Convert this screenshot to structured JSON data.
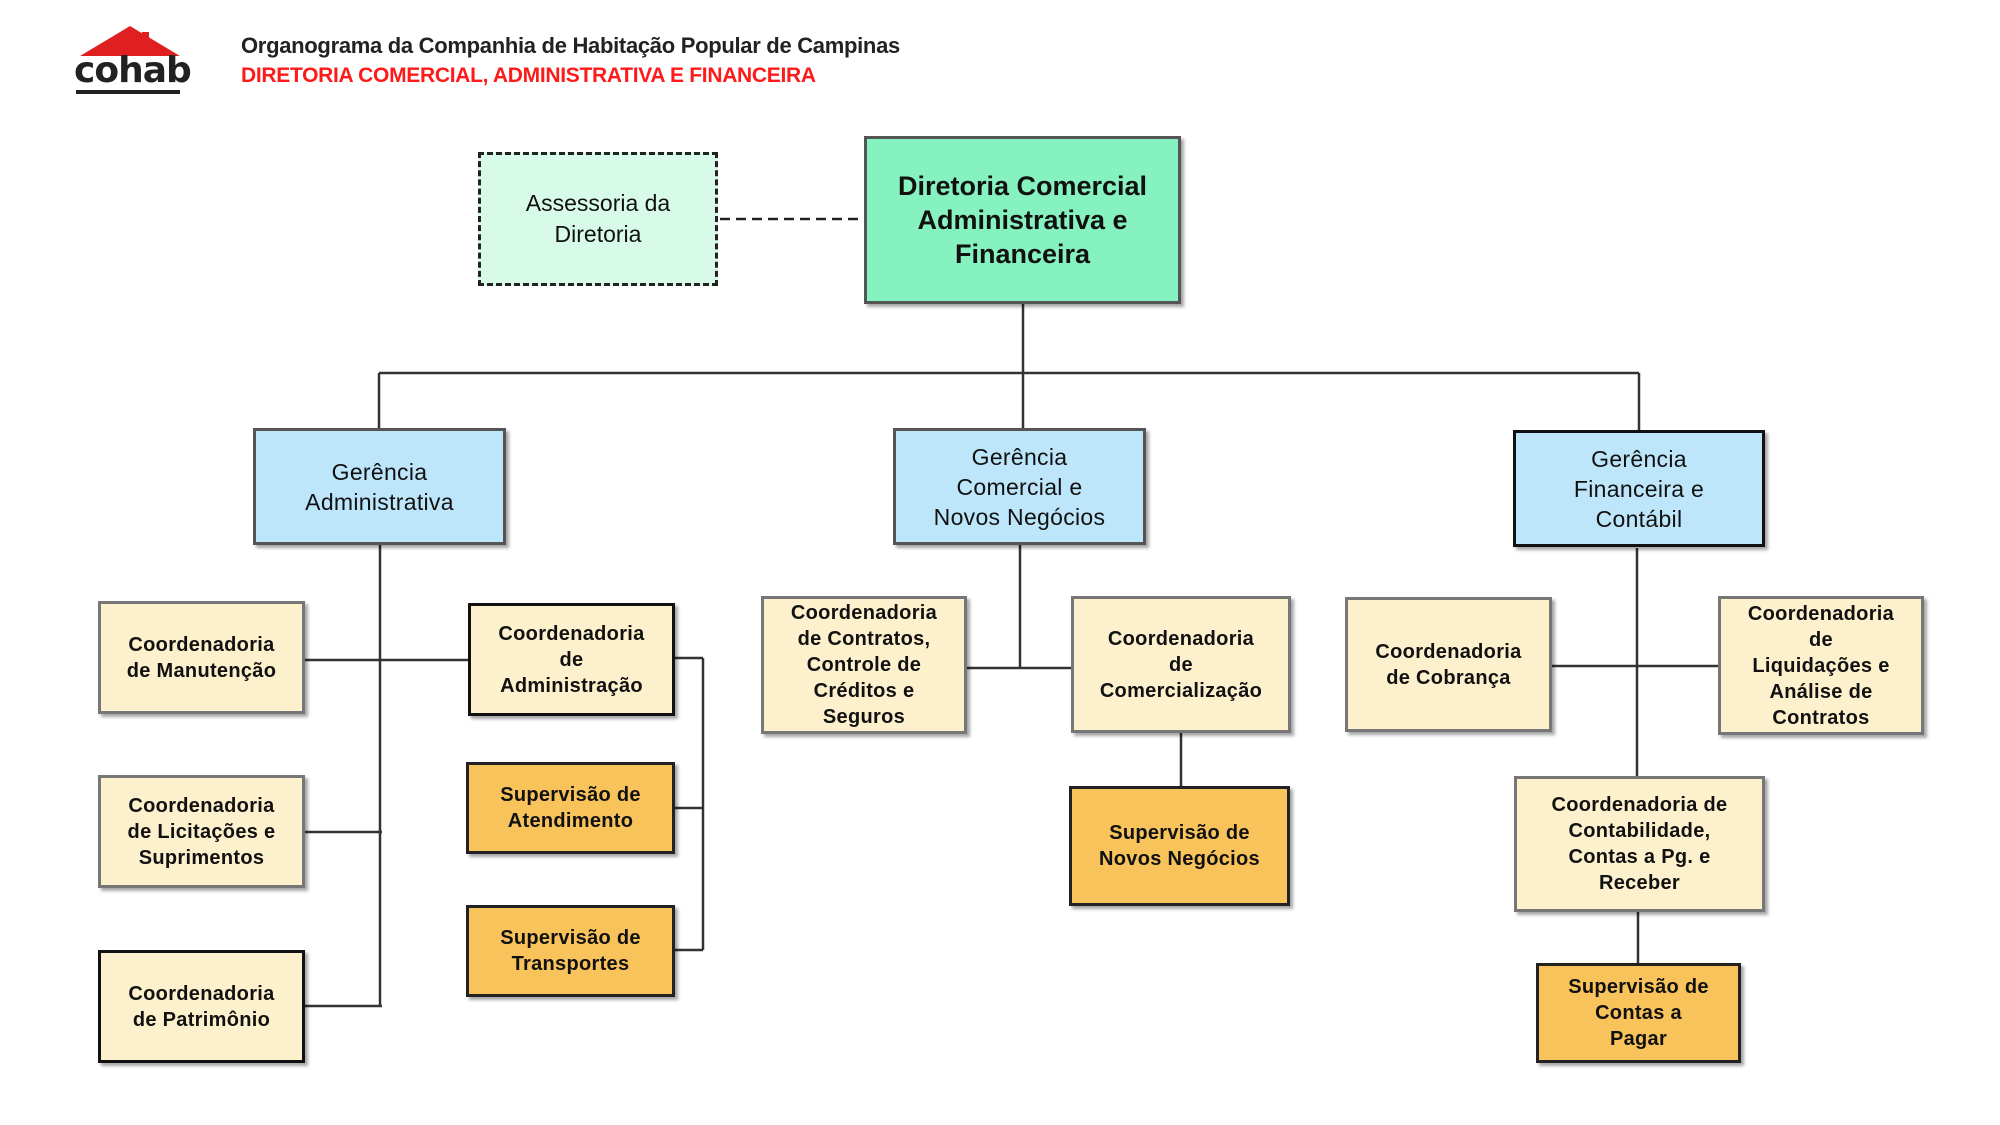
{
  "header": {
    "logo_text": "cohab",
    "title": "Organograma da Companhia de Habitação Popular de Campinas",
    "subtitle": "DIRETORIA COMERCIAL, ADMINISTRATIVA E FINANCEIRA"
  },
  "colors": {
    "directorate": "#86f2c0",
    "advisory": "#d8fbe9",
    "management": "#bde6fb",
    "coordination": "#fdf0cd",
    "supervision": "#f7c35a",
    "subtitle_red": "#ff1a1a"
  },
  "org": {
    "directorate": "Diretoria Comercial\nAdministrativa e\nFinanceira",
    "advisory": "Assessoria da\nDiretoria",
    "managements": {
      "administrative": "Gerência\nAdministrativa",
      "commercial": "Gerência\nComercial e\nNovos Negócios",
      "financial": "Gerência\nFinanceira e\nContábil"
    },
    "administrative_units": {
      "maintenance": "Coordenadoria\nde Manutenção",
      "procurement": "Coordenadoria\nde Licitações e\nSuprimentos",
      "patrimony": "Coordenadoria\nde Patrimônio",
      "administration": "Coordenadoria\nde\nAdministração",
      "service_supervision": "Supervisão de\nAtendimento",
      "transport_supervision": "Supervisão de\nTransportes"
    },
    "commercial_units": {
      "contracts": "Coordenadoria\nde Contratos,\nControle de\nCréditos e\nSeguros",
      "commercialization": "Coordenadoria\nde\nComercialização",
      "new_business_supervision": "Supervisão de\nNovos Negócios"
    },
    "financial_units": {
      "collection": "Coordenadoria\nde Cobrança",
      "settlements": "Coordenadoria\nde\nLiquidações e\nAnálise de\nContratos",
      "accounting": "Coordenadoria de\nContabilidade,\nContas a Pg. e\nReceber",
      "payables_supervision": "Supervisão de\nContas a\nPagar"
    }
  }
}
